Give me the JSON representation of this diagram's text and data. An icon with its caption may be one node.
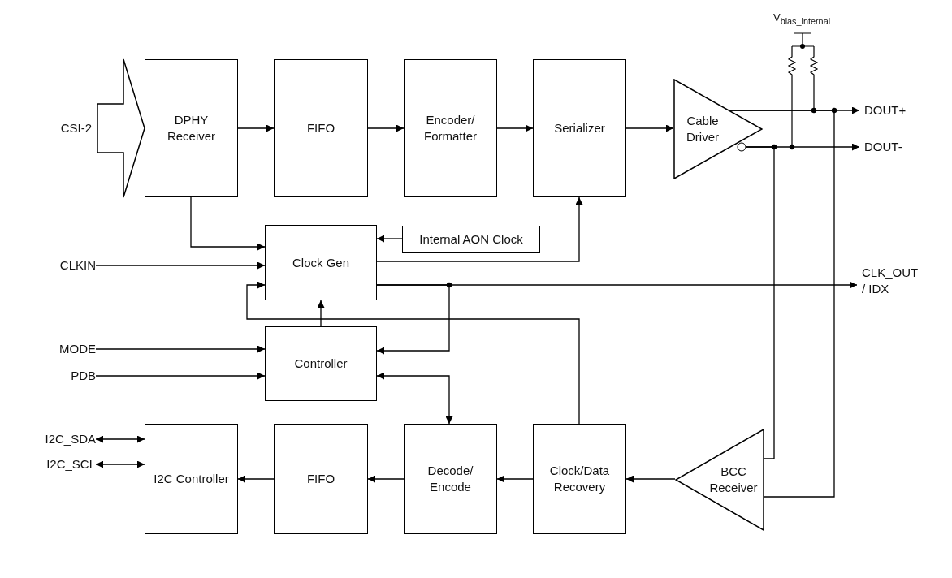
{
  "diagram": {
    "nodes": [
      {
        "text": [
          "CSI-2"
        ]
      },
      {
        "text": [
          "DPHY Receiver"
        ]
      },
      {
        "text": [
          "FIFO"
        ]
      },
      {
        "text": [
          "Encoder/ Formatter"
        ]
      },
      {
        "text": [
          "Serializer"
        ]
      },
      {
        "text": [
          "Cable Driver"
        ]
      },
      {
        "text": [
          "Clock Gen"
        ]
      },
      {
        "text": [
          "Internal AON Clock"
        ]
      },
      {
        "text": [
          "CLKIN"
        ]
      },
      {
        "text": [
          "Controller"
        ]
      },
      {
        "text": [
          "MODE"
        ]
      },
      {
        "text": [
          "PDB"
        ]
      },
      {
        "text": [
          "I2C_SDA"
        ]
      },
      {
        "text": [
          "I2C_SCL"
        ]
      },
      {
        "text": [
          "I2C Controller"
        ]
      },
      {
        "text": [
          "FIFO"
        ]
      },
      {
        "text": [
          "Decode/ Encode"
        ]
      },
      {
        "text": [
          "Clock/Data Recovery"
        ]
      },
      {
        "text": [
          "BCC Receiver"
        ]
      },
      {
        "text": [
          "DOUT+"
        ]
      },
      {
        "text": [
          "DOUT-"
        ]
      },
      {
        "text": [
          "CLK_OUT / IDX"
        ]
      }
    ],
    "edges": [
      {
        "from": 0,
        "to": 1,
        "arrow": "to",
        "style": "thick"
      },
      {
        "from": 1,
        "to": 2,
        "arrow": "to"
      },
      {
        "from": 2,
        "to": 3,
        "arrow": "to"
      },
      {
        "from": 3,
        "to": 4,
        "arrow": "to"
      },
      {
        "from": 4,
        "to": 5,
        "arrow": "to"
      },
      {
        "from": 5,
        "to": 19,
        "arrow": "to"
      },
      {
        "from": 5,
        "to": 20,
        "arrow": "to"
      },
      {
        "from": 1,
        "to": 6,
        "arrow": "to"
      },
      {
        "from": 7,
        "to": 6,
        "arrow": "to"
      },
      {
        "from": 8,
        "to": 6,
        "arrow": "to"
      },
      {
        "from": 6,
        "to": 4,
        "arrow": "to"
      },
      {
        "from": 6,
        "to": 21,
        "arrow": "to"
      },
      {
        "from": 6,
        "to": 9,
        "arrow": "to"
      },
      {
        "from": 9,
        "to": 6,
        "arrow": "to"
      },
      {
        "from": 17,
        "to": 6,
        "arrow": "to"
      },
      {
        "from": 10,
        "to": 9,
        "arrow": "to"
      },
      {
        "from": 11,
        "to": 9,
        "arrow": "to"
      },
      {
        "from": 9,
        "to": 16,
        "arrow": "both"
      },
      {
        "from": 12,
        "to": 14,
        "arrow": "both"
      },
      {
        "from": 13,
        "to": 14,
        "arrow": "both"
      },
      {
        "from": 15,
        "to": 14,
        "arrow": "to"
      },
      {
        "from": 16,
        "to": 15,
        "arrow": "to"
      },
      {
        "from": 17,
        "to": 16,
        "arrow": "to"
      },
      {
        "from": 18,
        "to": 17,
        "arrow": "to"
      },
      {
        "from": 5,
        "to": 18,
        "arrow": "none"
      },
      {
        "from": 5,
        "to": 18,
        "arrow": "none"
      }
    ],
    "labels": [
      "V$_{bias_internal}$"
    ]
  }
}
